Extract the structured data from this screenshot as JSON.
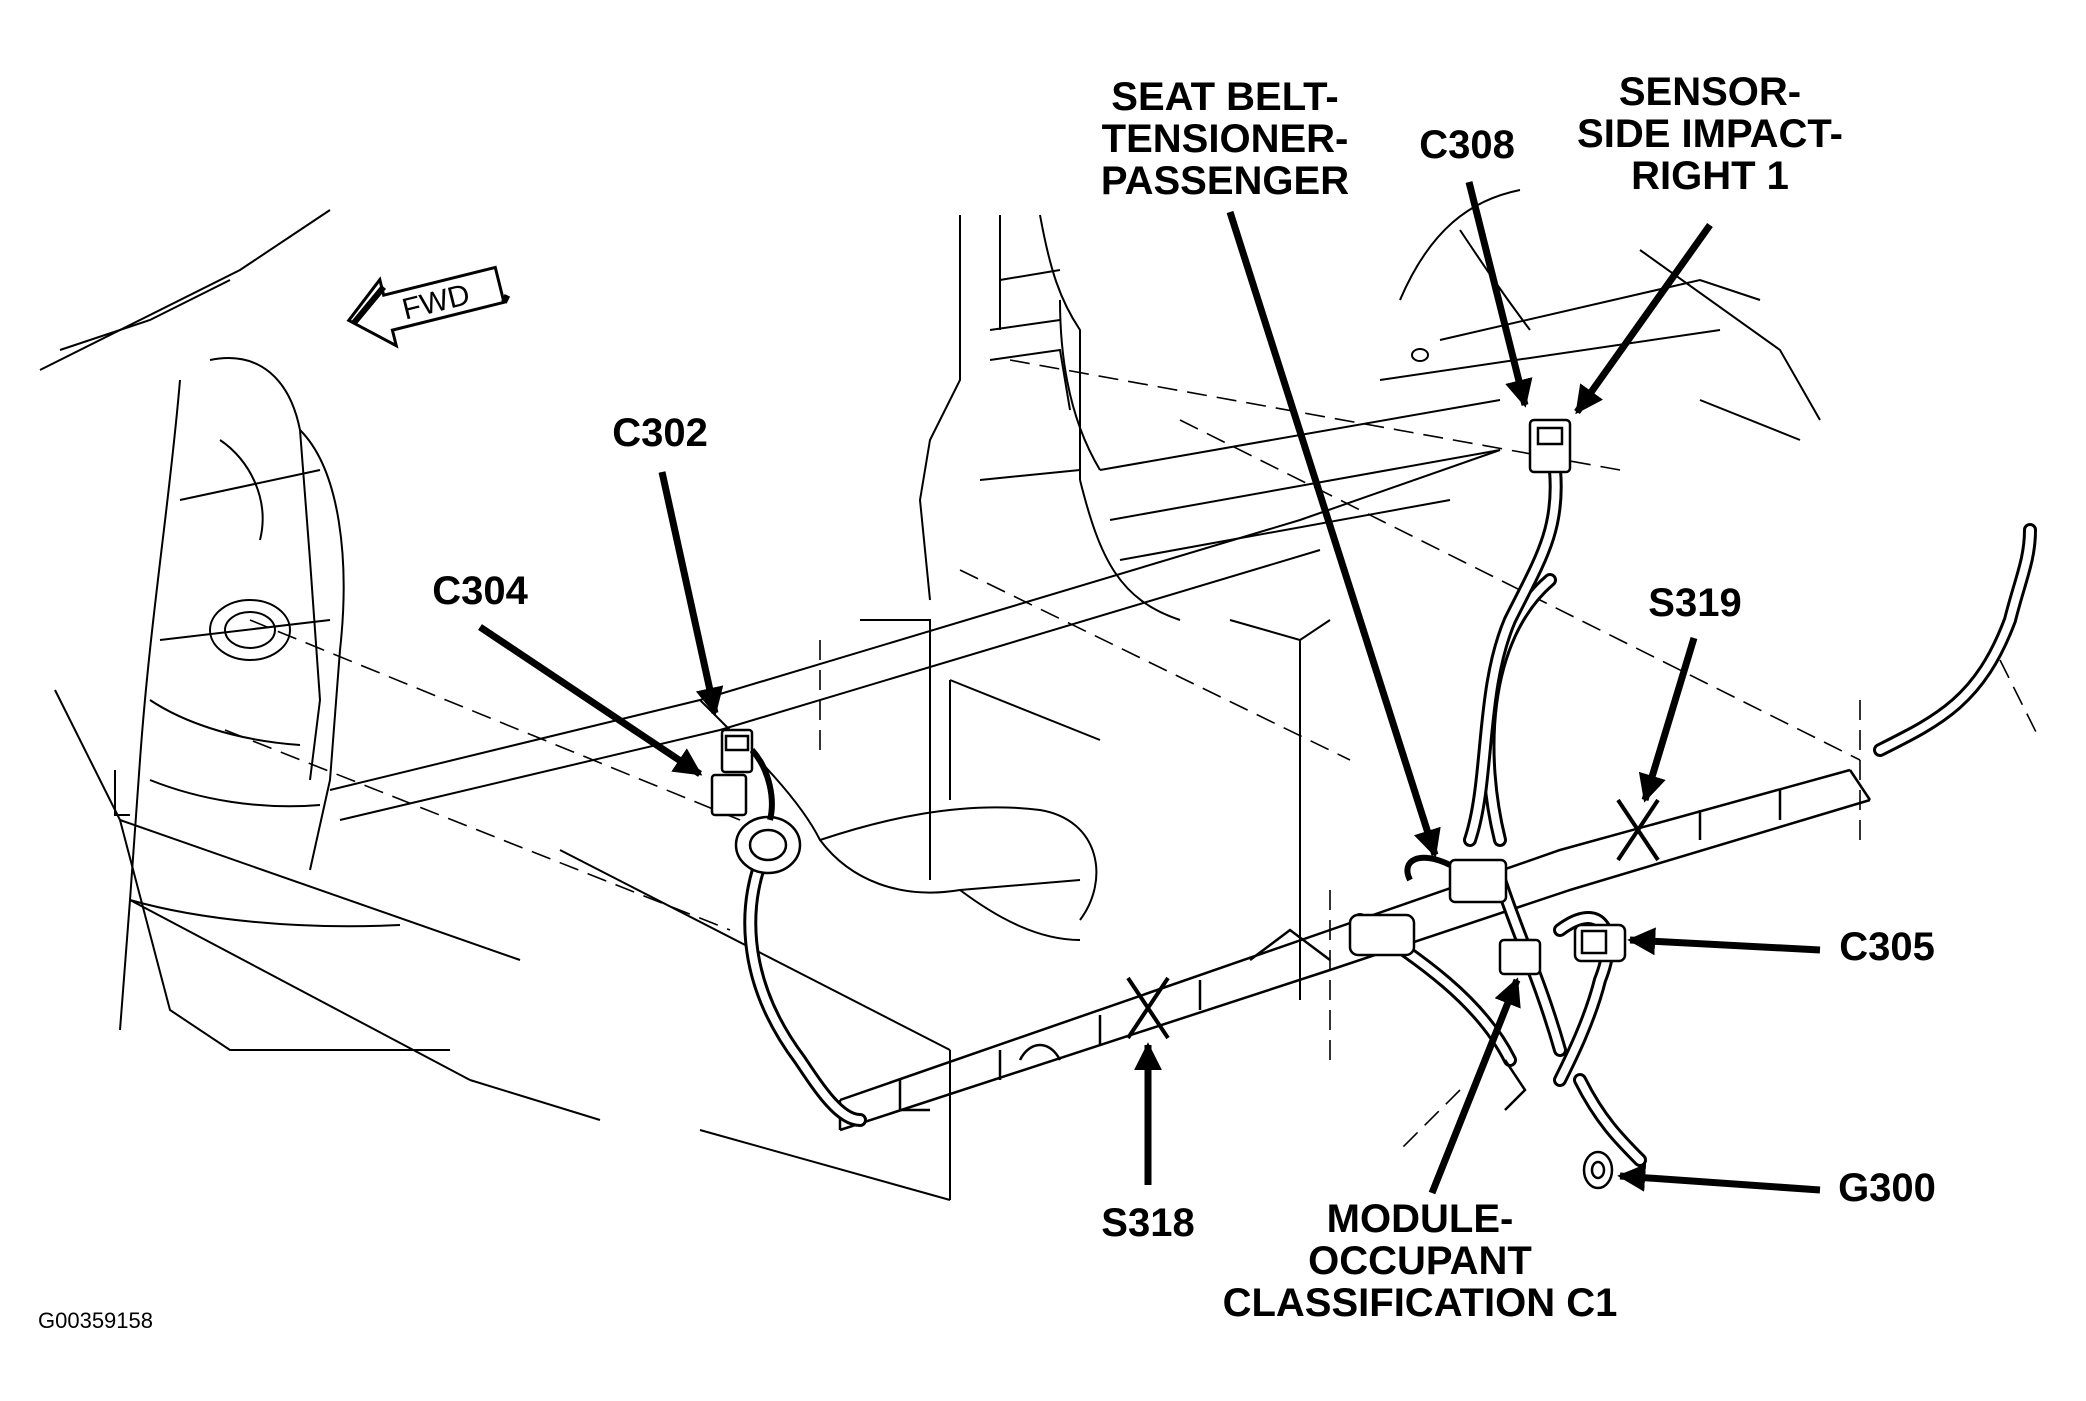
{
  "figure_id": "G00359158",
  "direction_arrow": {
    "label": "FWD",
    "icon": "forward-arrow-icon"
  },
  "callouts": {
    "c302": "C302",
    "c304": "C304",
    "c305": "C305",
    "c308": "C308",
    "s318": "S318",
    "s319": "S319",
    "g300": "G300",
    "seat_belt": [
      "SEAT BELT-",
      "TENSIONER-",
      "PASSENGER"
    ],
    "sensor": [
      "SENSOR-",
      "SIDE IMPACT-",
      "RIGHT 1"
    ],
    "module": [
      "MODULE-",
      "OCCUPANT",
      "CLASSIFICATION C1"
    ]
  }
}
